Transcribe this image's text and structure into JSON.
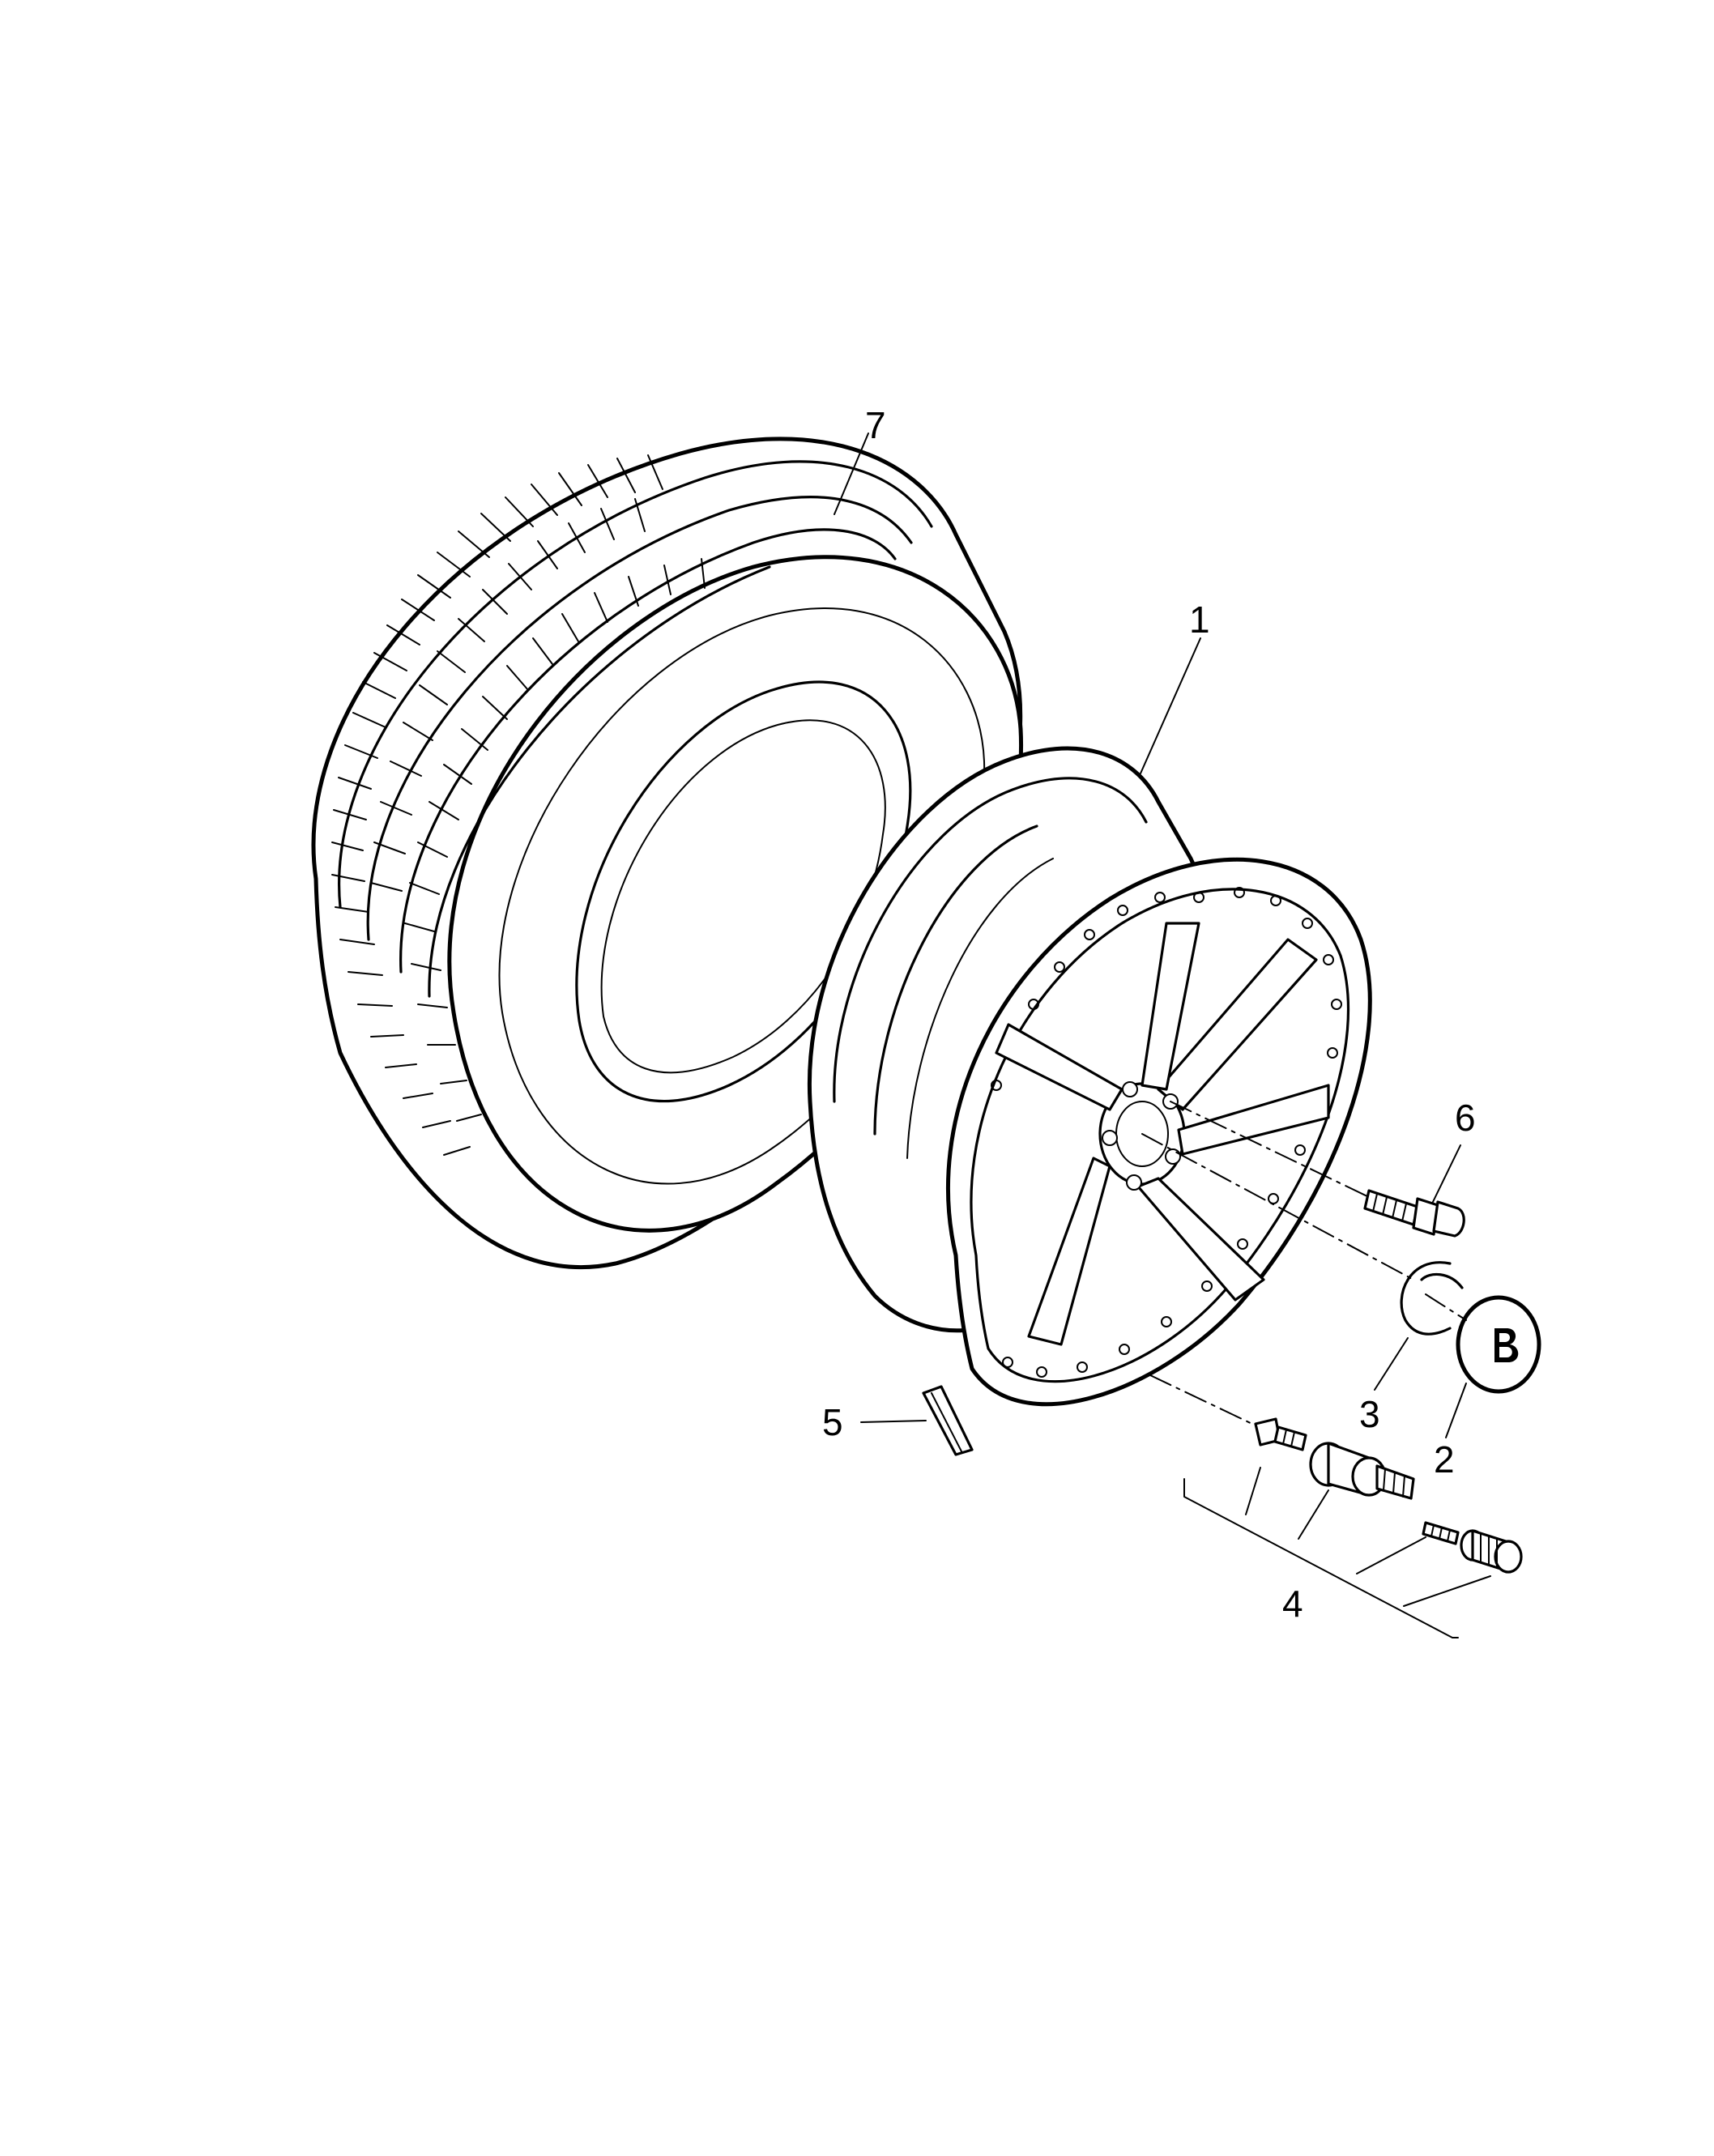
{
  "callouts": {
    "c1": "1",
    "c2": "2",
    "c3": "3",
    "c4": "4",
    "c5": "5",
    "c6": "6",
    "c7": "7"
  },
  "colors": {
    "line": "#000000",
    "background": "#ffffff"
  },
  "icons": {
    "badge": "bentley-b-badge-icon"
  }
}
